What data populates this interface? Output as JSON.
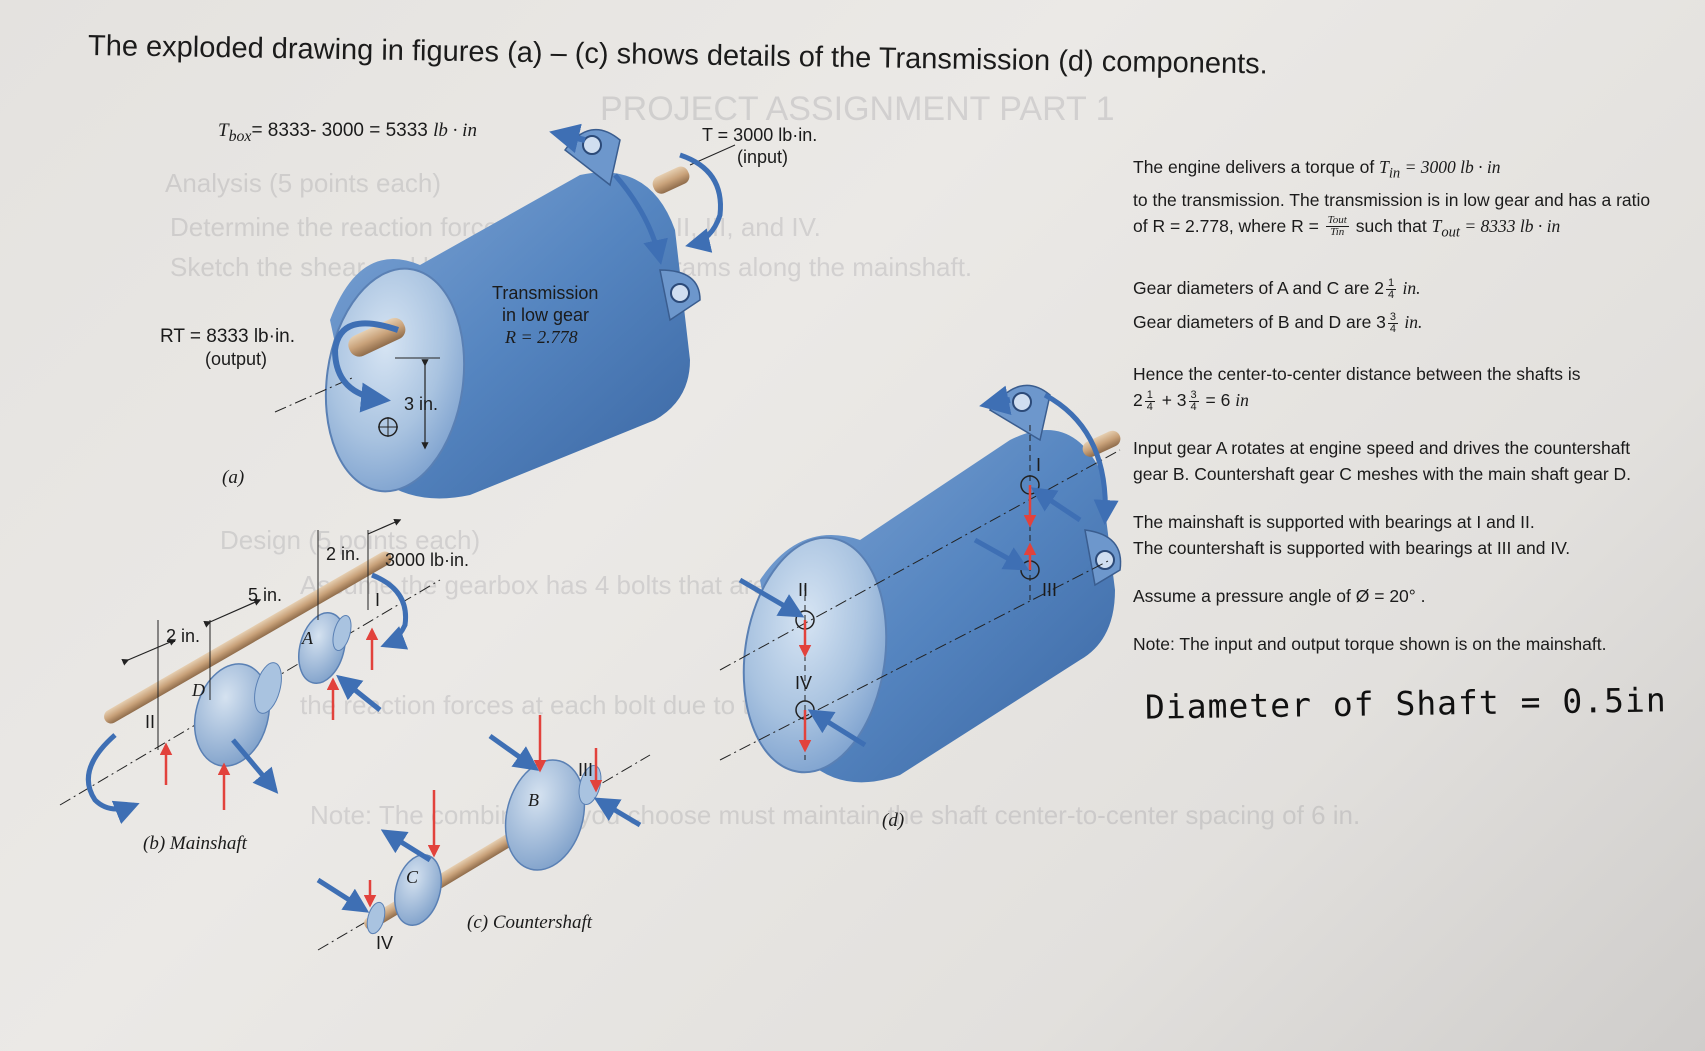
{
  "title": "The exploded drawing in figures (a) – (c) shows details of the Transmission (d) components.",
  "figure_a": {
    "t_box_prefix": "T",
    "t_box_sub": "box",
    "t_box_expr": "= 8333- 3000 = 5333 ",
    "t_box_unit": "lb · in",
    "t_input": "T = 3000 lb·in.",
    "input_label": "(input)",
    "transmission_line1": "Transmission",
    "transmission_line2": "in low gear",
    "transmission_line3": "R = 2.778",
    "rt_output": "RT  = 8333 lb·in.",
    "output_label": "(output)",
    "dim_3in": "3 in.",
    "caption": "(a)"
  },
  "figure_b": {
    "dim_2in_top": "2 in.",
    "torque_3000": "3000 lb·in.",
    "dim_5in": "5 in.",
    "dim_2in_left": "2 in.",
    "gear_d": "D",
    "gear_a": "A",
    "bearing_i": "I",
    "bearing_ii": "II",
    "caption": "(b) Mainshaft"
  },
  "figure_c": {
    "gear_b": "B",
    "gear_c": "C",
    "bearing_iii": "III",
    "bearing_iv": "IV",
    "caption": "(c) Countershaft"
  },
  "figure_d": {
    "bearing_i": "I",
    "bearing_ii": "II",
    "bearing_iii": "III",
    "bearing_iv": "IV",
    "caption": "(d)"
  },
  "background_text": {
    "line1": "PROJECT ASSIGNMENT PART 1",
    "line2": "Analysis (5 points each)",
    "line3": "Determine the reaction forces at bearings I, II, III, and IV.",
    "line4": "Sketch the shear and bending moment diagrams along the mainshaft.",
    "line5": "Design (5 points each)",
    "line6": "Assume the gearbox has 4 bolts that are to be placed ...",
    "line7": "the reaction forces at each bolt due to the torque, T box",
    "line8": "Note: The combination you choose must maintain the shaft center-to-center spacing of 6 in."
  },
  "right_panel": {
    "p1_a": "The engine delivers a torque of ",
    "p1_tin": "T",
    "p1_tin_sub": "in",
    "p1_tin_val": " = 3000 lb · in",
    "p1_b": "to the transmission. The transmission is in low gear and has a ratio",
    "p1_c": "of R  =  2.778, where R  = ",
    "p1_frac_num": "Tout",
    "p1_frac_den": "Tin",
    "p1_d": " such that ",
    "p1_tout": "T",
    "p1_tout_sub": "out",
    "p1_tout_val": " = 8333 lb · in",
    "p2_a": "Gear diameters of A and C are 2",
    "p2_frac_num": "1",
    "p2_frac_den": "4",
    "p2_unit": " in.",
    "p3_a": "Gear diameters of B and D are 3",
    "p3_frac_num": "3",
    "p3_frac_den": "4",
    "p3_unit": " in.",
    "p4_a": "Hence the center-to-center distance between the shafts is",
    "p4_w1": "2",
    "p4_f1_num": "1",
    "p4_f1_den": "4",
    "p4_plus": " + 3",
    "p4_f2_num": "3",
    "p4_f2_den": "4",
    "p4_eq": " = 6 ",
    "p4_unit": "in",
    "p5_a": "Input gear A rotates at engine speed and drives the countershaft",
    "p5_b": "gear B. Countershaft gear C meshes with the main shaft gear D.",
    "p6_a": "The mainshaft is supported with bearings at I and II.",
    "p6_b": "The countershaft is supported with bearings at III and IV.",
    "p7": "Assume a pressure angle of Ø = 20° .",
    "p8": "Note: The input and output torque shown is on the mainshaft.",
    "handwritten": "Diameter of Shaft = 0.5in"
  },
  "colors": {
    "housing_blue": "#4f7fb8",
    "arrow_blue": "#3e6fb4",
    "force_red": "#e2423c",
    "shaft_tan": "#c9a27a"
  }
}
